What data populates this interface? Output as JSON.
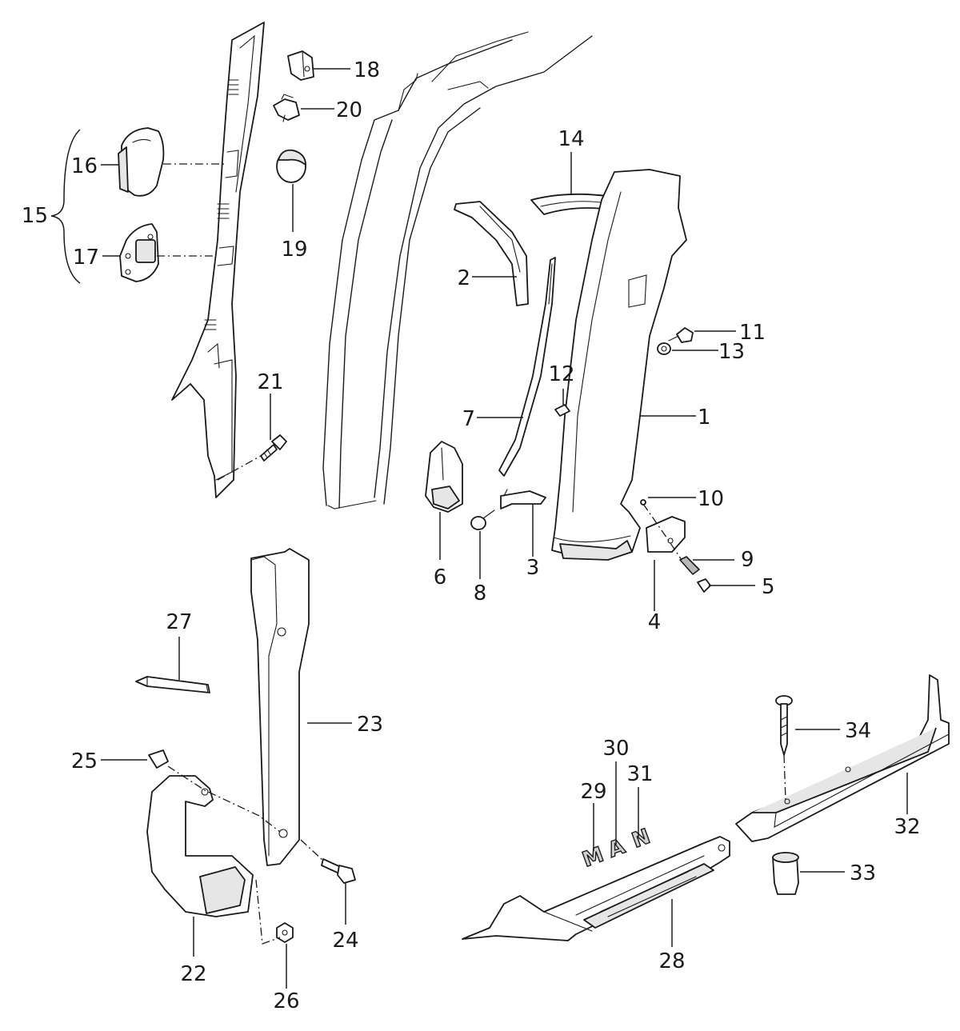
{
  "callouts": {
    "c1": "1",
    "c2": "2",
    "c3": "3",
    "c4": "4",
    "c5": "5",
    "c6": "6",
    "c7": "7",
    "c8": "8",
    "c9": "9",
    "c10": "10",
    "c11": "11",
    "c12": "12",
    "c13": "13",
    "c14": "14",
    "c15": "15",
    "c16": "16",
    "c17": "17",
    "c18": "18",
    "c19": "19",
    "c20": "20",
    "c21": "21",
    "c22": "22",
    "c23": "23",
    "c24": "24",
    "c25": "25",
    "c26": "26",
    "c27": "27",
    "c28": "28",
    "c29": "29",
    "c30": "30",
    "c31": "31",
    "c32": "32",
    "c33": "33",
    "c34": "34"
  },
  "logo": {
    "l1": "M",
    "l2": "A",
    "l3": "N"
  }
}
